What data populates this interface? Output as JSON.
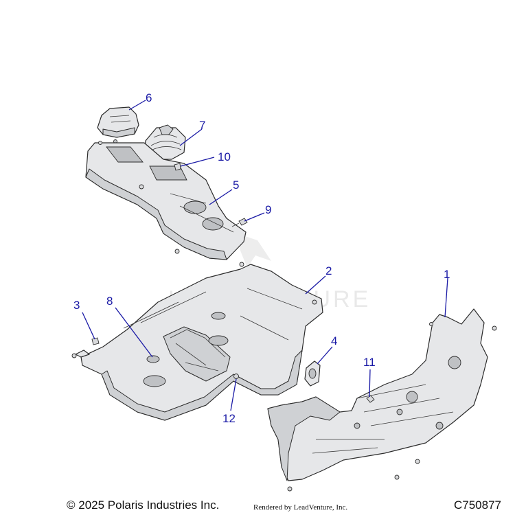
{
  "callouts": [
    {
      "num": "1"
    },
    {
      "num": "2"
    },
    {
      "num": "3"
    },
    {
      "num": "4"
    },
    {
      "num": "5"
    },
    {
      "num": "6"
    },
    {
      "num": "7"
    },
    {
      "num": "8"
    },
    {
      "num": "9"
    },
    {
      "num": "10"
    },
    {
      "num": "11"
    },
    {
      "num": "12"
    }
  ],
  "watermark": "LEADVENTURE",
  "footer": {
    "copyright": "© 2025 Polaris Industries Inc.",
    "rendered_by": "Rendered by LeadVenture, Inc.",
    "diagram_code": "C750877"
  },
  "colors": {
    "callout": "#1a1aa6",
    "part_fill": "#e6e7e9",
    "outline": "#2b2b2b"
  }
}
